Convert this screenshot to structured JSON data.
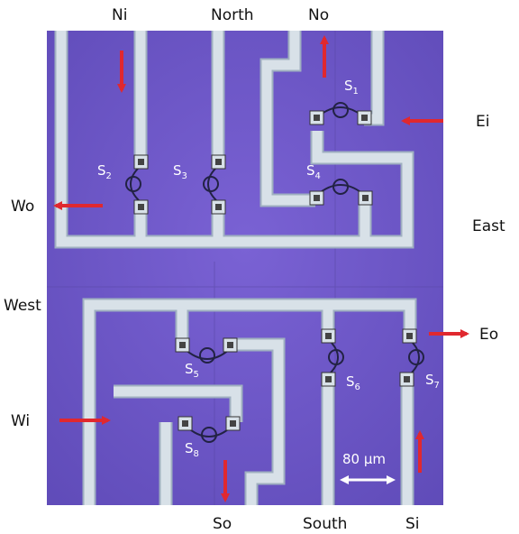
{
  "ports": {
    "ni": "Ni",
    "north": "North",
    "no": "No",
    "ei": "Ei",
    "wo": "Wo",
    "east": "East",
    "west": "West",
    "eo": "Eo",
    "wi": "Wi",
    "so": "So",
    "south": "South",
    "si": "Si"
  },
  "switches": {
    "s1": {
      "letter": "S",
      "index": "1"
    },
    "s2": {
      "letter": "S",
      "index": "2"
    },
    "s3": {
      "letter": "S",
      "index": "3"
    },
    "s4": {
      "letter": "S",
      "index": "4"
    },
    "s5": {
      "letter": "S",
      "index": "5"
    },
    "s6": {
      "letter": "S",
      "index": "6"
    },
    "s7": {
      "letter": "S",
      "index": "7"
    },
    "s8": {
      "letter": "S",
      "index": "8"
    }
  },
  "scale_bar": {
    "label": "80 μm"
  },
  "colors": {
    "substrate": "#6f58c9",
    "waveguide": "#d6dfe6",
    "waveguide_edge": "#a9b7c6",
    "arrow": "#e0282f",
    "scale_arrow": "#ffffff"
  }
}
